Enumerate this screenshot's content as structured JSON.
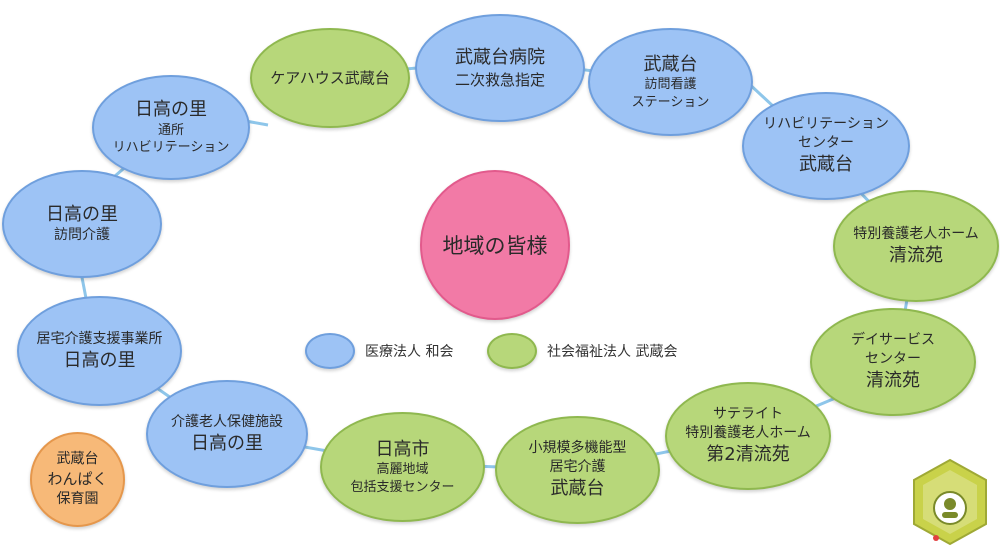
{
  "center": {
    "text": "地域の皆様"
  },
  "nodes": {
    "kea": {
      "lines": [
        "ケアハウス武蔵台"
      ]
    },
    "hospital": {
      "lines": [
        "武蔵台病院",
        "二次救急指定"
      ]
    },
    "houmon_kango": {
      "lines": [
        "武蔵台",
        "訪問看護",
        "ステーション"
      ]
    },
    "rehab_center": {
      "lines": [
        "リハビリテーション",
        "センター",
        "武蔵台"
      ]
    },
    "tokuyou": {
      "lines": [
        "特別養護老人ホーム",
        "清流苑"
      ]
    },
    "day_service": {
      "lines": [
        "デイサービス",
        "センター",
        "清流苑"
      ]
    },
    "satellite": {
      "lines": [
        "サテライト",
        "特別養護老人ホーム",
        "第2清流苑"
      ]
    },
    "shoukibo": {
      "lines": [
        "小規模多機能型",
        "居宅介護",
        "武蔵台"
      ]
    },
    "houkatsu": {
      "lines": [
        "日高市",
        "高麗地域",
        "包括支援センター"
      ]
    },
    "roujin_hoken": {
      "lines": [
        "介護老人保健施設",
        "日高の里"
      ]
    },
    "kyotaku": {
      "lines": [
        "居宅介護支援事業所",
        "日高の里"
      ]
    },
    "houmon_kaigo": {
      "lines": [
        "日高の里",
        "訪問介護"
      ]
    },
    "tsusho_rehab": {
      "lines": [
        "日高の里",
        "通所",
        "リハビリテーション"
      ]
    },
    "hoikuen": {
      "lines": [
        "武蔵台",
        "わんぱく",
        "保育園"
      ]
    }
  },
  "legend": {
    "medical": "医療法人 和会",
    "welfare": "社会福祉法人 武蔵会"
  },
  "colors": {
    "medical": "#9dc3f5",
    "welfare": "#b7d77a",
    "center": "#f27aa6",
    "nursery": "#f7b978",
    "ring": "#8ec6ea"
  },
  "badge": {
    "icon": "kosodate-ouen-badge-icon"
  }
}
